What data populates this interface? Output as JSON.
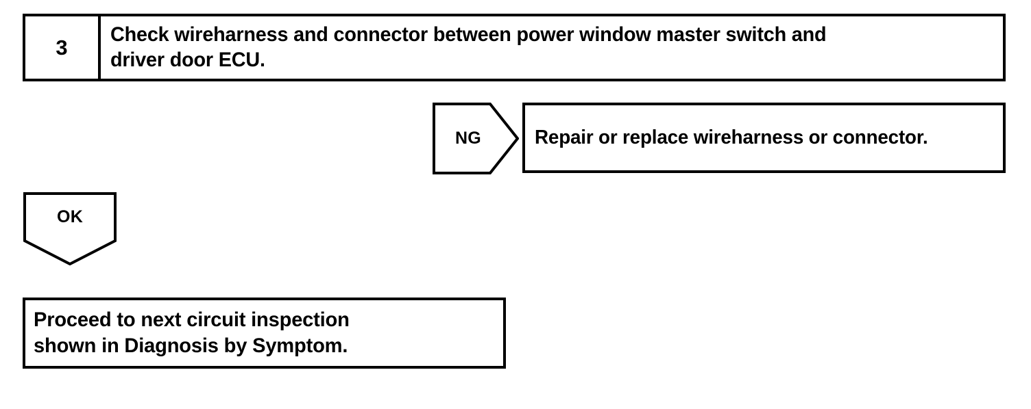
{
  "diagram": {
    "type": "troubleshooting-flowchart",
    "step": {
      "number": "3",
      "instruction": "Check wireharness and connector between power window master switch and\ndriver door ECU."
    },
    "branches": {
      "ng": {
        "label": "NG",
        "marker_shape": "right-pointing-pentagon",
        "action": "Repair or replace wireharness or connector."
      },
      "ok": {
        "label": "OK",
        "marker_shape": "down-pointing-pentagon",
        "action": "Proceed to next circuit inspection\n shown in Diagnosis by Symptom."
      }
    },
    "colors": {
      "ink": "#000000",
      "paper": "#ffffff"
    }
  }
}
